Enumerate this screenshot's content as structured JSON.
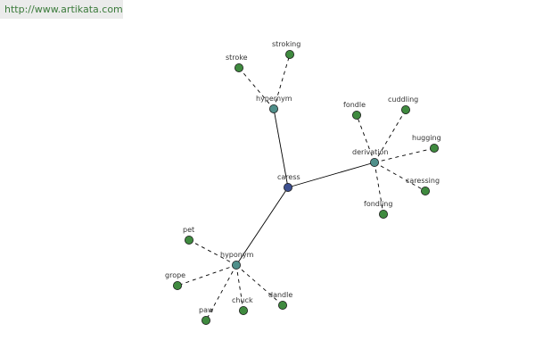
{
  "banner": {
    "url_text": "http://www.artikata.com"
  },
  "colors": {
    "center_node": "#3d4f8f",
    "relation_node": "#4f8f8a",
    "leaf_node": "#3f8a3f",
    "node_stroke": "#1a1a1a",
    "edge": "#000000"
  },
  "graph": {
    "center": {
      "id": "caress",
      "label": "caress"
    },
    "relations": [
      {
        "id": "hypernym",
        "label": "hypernym",
        "terms": [
          {
            "id": "stroke",
            "label": "stroke"
          },
          {
            "id": "stroking",
            "label": "stroking"
          }
        ]
      },
      {
        "id": "derivation",
        "label": "derivation",
        "terms": [
          {
            "id": "fondle",
            "label": "fondle"
          },
          {
            "id": "cuddling",
            "label": "cuddling"
          },
          {
            "id": "hugging",
            "label": "hugging"
          },
          {
            "id": "caressing",
            "label": "caressing"
          },
          {
            "id": "fondling",
            "label": "fondling"
          }
        ]
      },
      {
        "id": "hyponym",
        "label": "hyponym",
        "terms": [
          {
            "id": "pet",
            "label": "pet"
          },
          {
            "id": "grope",
            "label": "grope"
          },
          {
            "id": "paw",
            "label": "paw"
          },
          {
            "id": "chuck",
            "label": "chuck"
          },
          {
            "id": "dandle",
            "label": "dandle"
          }
        ]
      }
    ]
  }
}
